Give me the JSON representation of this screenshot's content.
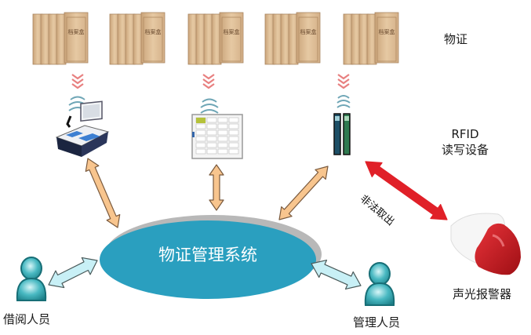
{
  "diagram": {
    "title": "RFID evidence management system architecture",
    "evidence_groups": [
      {
        "id": "evidence-stack-1",
        "box_label": "档案盒"
      },
      {
        "id": "evidence-stack-2",
        "box_label": "档案盒"
      },
      {
        "id": "evidence-stack-3",
        "box_label": "档案盒"
      },
      {
        "id": "evidence-stack-4",
        "box_label": "档案盒"
      },
      {
        "id": "evidence-stack-5",
        "box_label": "档案盒"
      }
    ],
    "devices": [
      {
        "id": "rfid-workstation",
        "type": "workstation"
      },
      {
        "id": "rfid-cabinet",
        "type": "smart-cabinet"
      },
      {
        "id": "rfid-gate",
        "type": "security-gate"
      }
    ],
    "labels": {
      "evidence": "物证",
      "rfid_line1": "RFID",
      "rfid_line2": "读写设备",
      "system": "物证管理系统",
      "borrower": "借阅人员",
      "manager": "管理人员",
      "alarm": "声光报警器",
      "illegal_removal": "非法取出"
    },
    "colors": {
      "system_ellipse": "#2a9fbf",
      "ellipse_shadow": "#b8b8b8",
      "device_arrow": "#f8c58e",
      "person_arrow": "#c8f0f6",
      "alert_arrow": "#e02028",
      "signal_red": "#e88080",
      "signal_blue": "#6fa6b6",
      "person_icon": "#33a6b0"
    }
  }
}
